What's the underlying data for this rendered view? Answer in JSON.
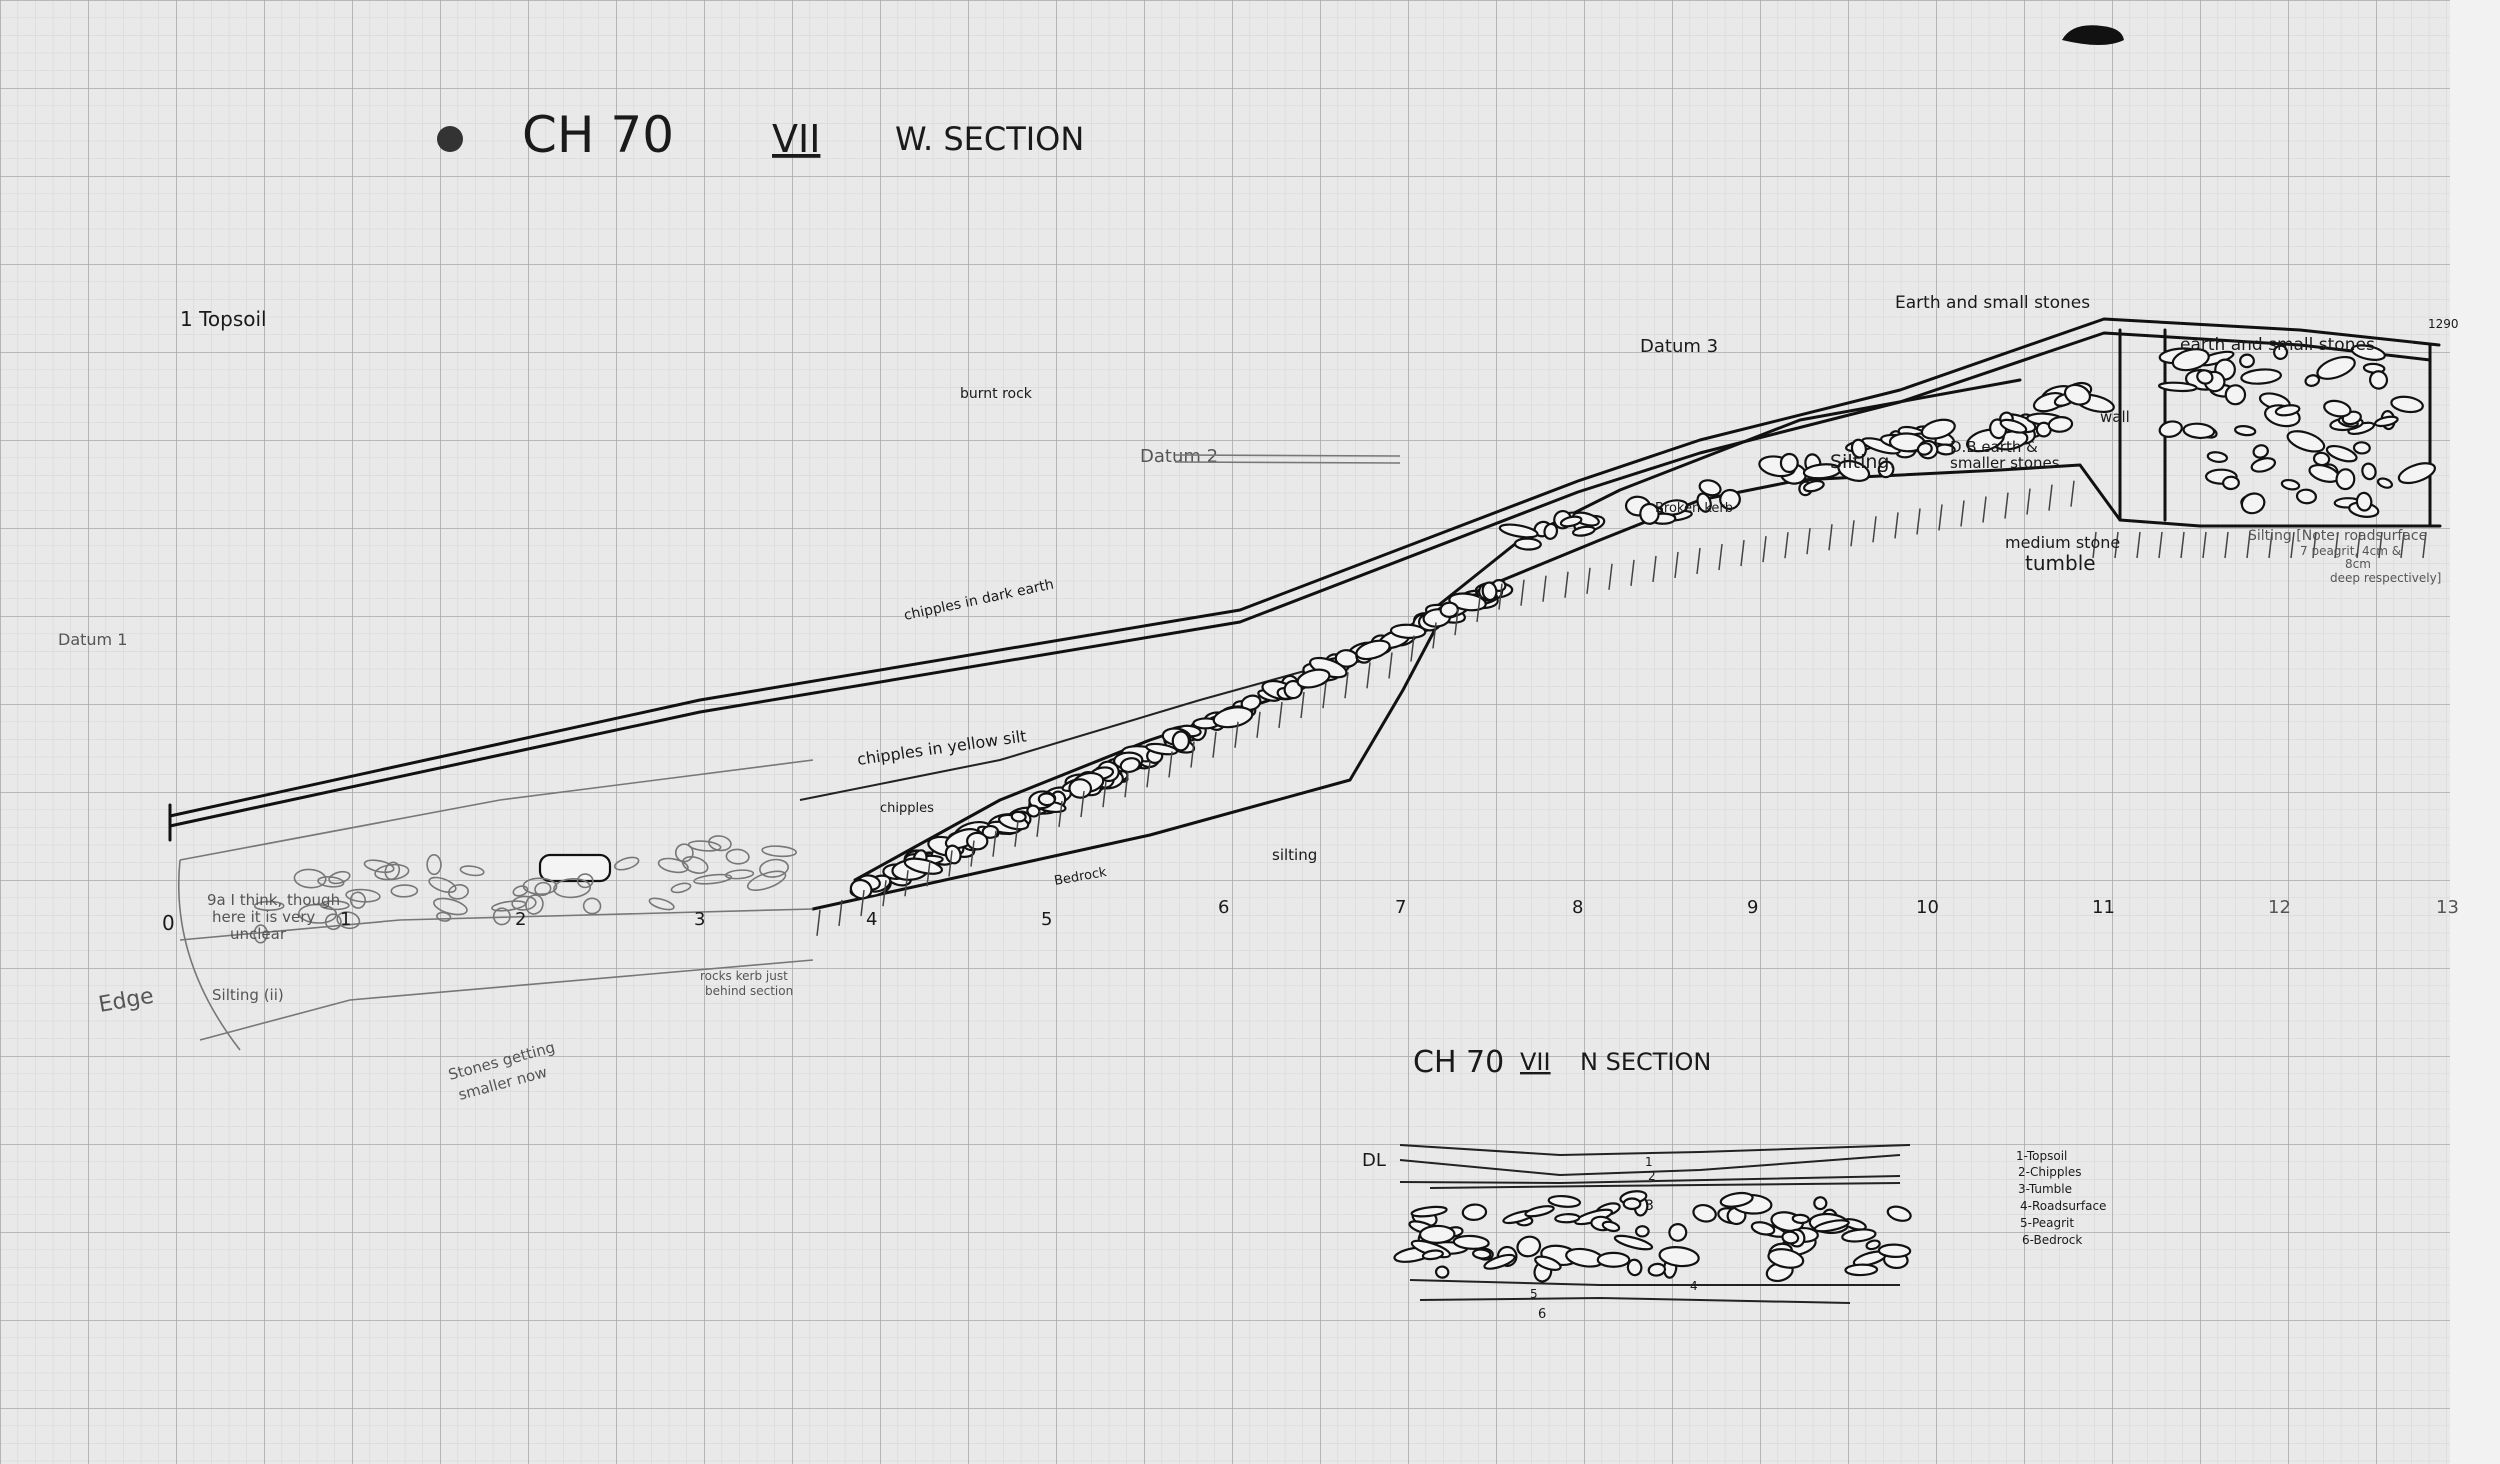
{
  "drawing": {
    "title": {
      "site": "CH 70",
      "trench": "VII",
      "section": "W. SECTION"
    },
    "scale_marks": [
      "0",
      "1",
      "2",
      "3",
      "4",
      "5",
      "6",
      "7",
      "8",
      "9",
      "10",
      "11",
      "12",
      "13"
    ],
    "datums": {
      "d1": "Datum 1",
      "d2": "Datum 2",
      "d3": "Datum 3"
    },
    "labels": {
      "topsoil": "1 Topsoil",
      "burnt": "burnt rock",
      "earth_small_1": "Earth and small stones",
      "earth_small_2": "earth and small stones",
      "wall": "wall",
      "silting_right": "Silting.",
      "db_earth": "D.B.earth &",
      "db_earth2": "smaller stones",
      "medium_tumble": "medium stone",
      "medium_tumble2": "tumble",
      "silting_note": "Silting [Note: roadsurface",
      "silting_note2": "7 peagrit, 4cm &",
      "silting_note3": "8cm",
      "silting_note4": "deep respectively]",
      "level": "1290",
      "broken_kerb": "Broken kerb",
      "chipples_dark": "chipples in dark earth",
      "chipples_yellow": "chipples in yellow silt",
      "chipples": "chipples",
      "bedrock": "Bedrock",
      "silting_mid": "silting",
      "unclear1": "9a I think, though",
      "unclear2": "here it is very",
      "unclear3": "unclear",
      "silting_ii": "Silting (ii)",
      "stones_smaller1": "Stones getting",
      "stones_smaller2": "smaller now",
      "rocks_kerb1": "rocks kerb just",
      "rocks_kerb2": "behind section",
      "edge": "Edge"
    }
  },
  "n_section": {
    "title": {
      "site": "CH 70",
      "trench": "VII",
      "section": "N SECTION"
    },
    "datum_line": "DL",
    "layer_marks": [
      "1",
      "2",
      "3",
      "4",
      "5",
      "6"
    ],
    "legend": [
      "1-Topsoil",
      "2-Chipples",
      "3-Tumble",
      "4-Roadsurface",
      "5-Peagrit",
      "6-Bedrock"
    ]
  },
  "colors": {
    "paper": "#e9e9e9",
    "grid_minor": "#cfcfcf",
    "grid_major": "#a9a9a9",
    "ink": "#111111",
    "pencil": "#666666"
  }
}
